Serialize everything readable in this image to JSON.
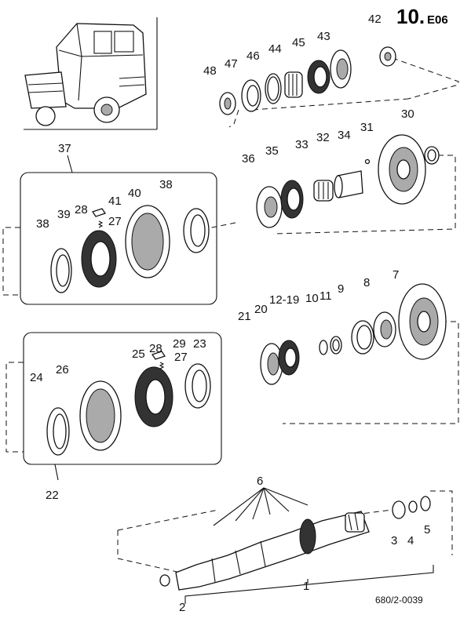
{
  "header": {
    "main": "10.",
    "sub": "E06"
  },
  "drawing_code": "680/2-0039",
  "labels": {
    "l1": "1",
    "l2": "2",
    "l3": "3",
    "l4": "4",
    "l5": "5",
    "l6": "6",
    "l7": "7",
    "l8": "8",
    "l9": "9",
    "l10": "10",
    "l11": "11",
    "l12_19": "12-19",
    "l20": "20",
    "l21": "21",
    "l22": "22",
    "l23": "23",
    "l24": "24",
    "l25": "25",
    "l26": "26",
    "l27a": "27",
    "l27b": "27",
    "l28a": "28",
    "l28b": "28",
    "l29": "29",
    "l30": "30",
    "l31": "31",
    "l32": "32",
    "l33": "33",
    "l34": "34",
    "l35": "35",
    "l36": "36",
    "l37": "37",
    "l38a": "38",
    "l38b": "38",
    "l39": "39",
    "l40": "40",
    "l41": "41",
    "l42": "42",
    "l43": "43",
    "l44": "44",
    "l45": "45",
    "l46": "46",
    "l47": "47",
    "l48": "48"
  }
}
